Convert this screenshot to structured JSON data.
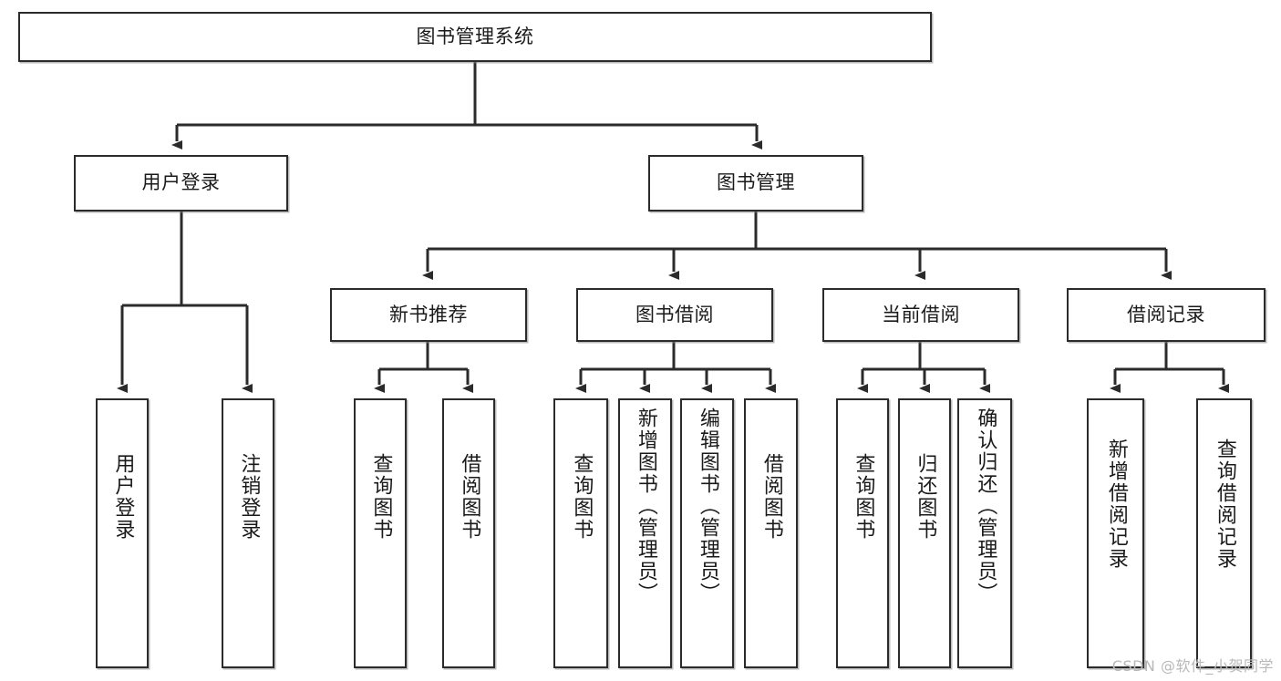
{
  "diagram": {
    "title_node": {
      "id": "root",
      "label": "图书管理系统"
    },
    "level2": [
      {
        "id": "user-login",
        "label": "用户登录"
      },
      {
        "id": "book-manage",
        "label": "图书管理"
      }
    ],
    "level3": [
      {
        "id": "new-book-rec",
        "label": "新书推荐"
      },
      {
        "id": "book-borrow",
        "label": "图书借阅"
      },
      {
        "id": "current-borrow",
        "label": "当前借阅"
      },
      {
        "id": "borrow-record",
        "label": "借阅记录"
      }
    ],
    "leaves": {
      "user_login": [
        {
          "id": "leaf-user-login",
          "label": "用户登录"
        },
        {
          "id": "leaf-logout-login",
          "label": "注销登录"
        }
      ],
      "new_book_rec": [
        {
          "id": "leaf-query-book-1",
          "label": "查询图书"
        },
        {
          "id": "leaf-borrow-book-1",
          "label": "借阅图书"
        }
      ],
      "book_borrow": [
        {
          "id": "leaf-query-book-2",
          "label": "查询图书"
        },
        {
          "id": "leaf-add-book",
          "label": "新增图书（管理员）"
        },
        {
          "id": "leaf-edit-book",
          "label": "编辑图书（管理员）"
        },
        {
          "id": "leaf-borrow-book-2",
          "label": "借阅图书"
        }
      ],
      "current_borrow": [
        {
          "id": "leaf-query-book-3",
          "label": "查询图书"
        },
        {
          "id": "leaf-return-book",
          "label": "归还图书"
        },
        {
          "id": "leaf-confirm-return",
          "label": "确认归还（管理员）"
        }
      ],
      "borrow_record": [
        {
          "id": "leaf-add-record",
          "label": "新增借阅记录"
        },
        {
          "id": "leaf-query-record",
          "label": "查询借阅记录"
        }
      ]
    }
  },
  "watermark": {
    "text": "CSDN @软件_小贺同学"
  },
  "colors": {
    "stroke": "#2b2b2b",
    "fill": "#ffffff",
    "text": "#1a1a1a",
    "watermark": "#b9b9b9",
    "shadow": "#828282"
  }
}
